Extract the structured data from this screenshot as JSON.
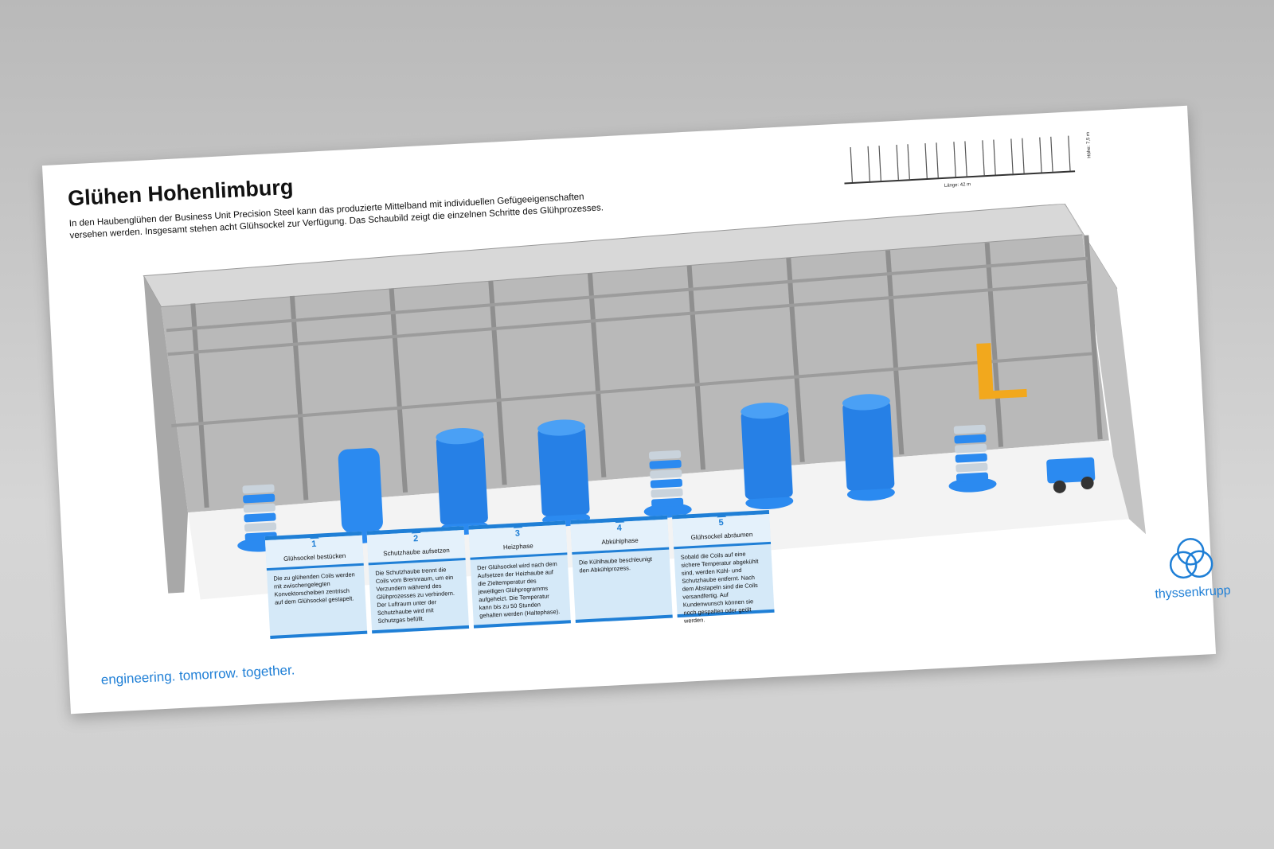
{
  "poster": {
    "title": "Glühen Hohenlimburg",
    "intro": "In den Haubenglühen der Business Unit Precision Steel kann das produzierte Mittelband mit individuellen Gefügeeigenschaften versehen werden. Insgesamt stehen acht Glühsockel zur Verfügung. Das Schaubild zeigt die einzelnen Schritte des Glühprozesses.",
    "scale": {
      "length": "Länge: 42 m",
      "height": "Höhe: 7,5 m"
    },
    "steps": [
      {
        "num": "1",
        "name": "Glühsockel bestücken",
        "text": "Die zu glühenden Coils werden mit zwischengelegten Konvektorscheiben zentrisch auf dem Glühsockel gestapelt."
      },
      {
        "num": "2",
        "name": "Schutzhaube aufsetzen",
        "text": "Die Schutzhaube trennt die Coils vom Brennraum, um ein Verzundern während des Glühprozesses zu verhindern. Der Luftraum unter der Schutzhaube wird mit Schutzgas befüllt."
      },
      {
        "num": "3",
        "name": "Heizphase",
        "text": "Der Glühsockel wird nach dem Aufsetzen der Heizhaube auf die Zieltemperatur des jeweiligen Glühprogramms aufgeheizt. Die Temperatur kann bis zu 50 Stunden gehalten werden (Haltephase)."
      },
      {
        "num": "4",
        "name": "Abkühlphase",
        "text": "Die Kühlhaube beschleunigt den Abkühlprozess."
      },
      {
        "num": "5",
        "name": "Glühsockel abräumen",
        "text": "Sobald die Coils auf eine sichere Temperatur abgekühlt sind, werden Kühl- und Schutzhaube entfernt. Nach dem Abstapeln sind die Coils versandfertig. Auf Kundenwunsch können sie noch gespalten oder geölt werden."
      }
    ],
    "slogan": "engineering. tomorrow. together.",
    "brand": "thyssenkrupp",
    "colors": {
      "brand_blue": "#1f7fd6",
      "furnace_blue": "#2b8af0",
      "crane_yellow": "#f2a81d"
    }
  }
}
